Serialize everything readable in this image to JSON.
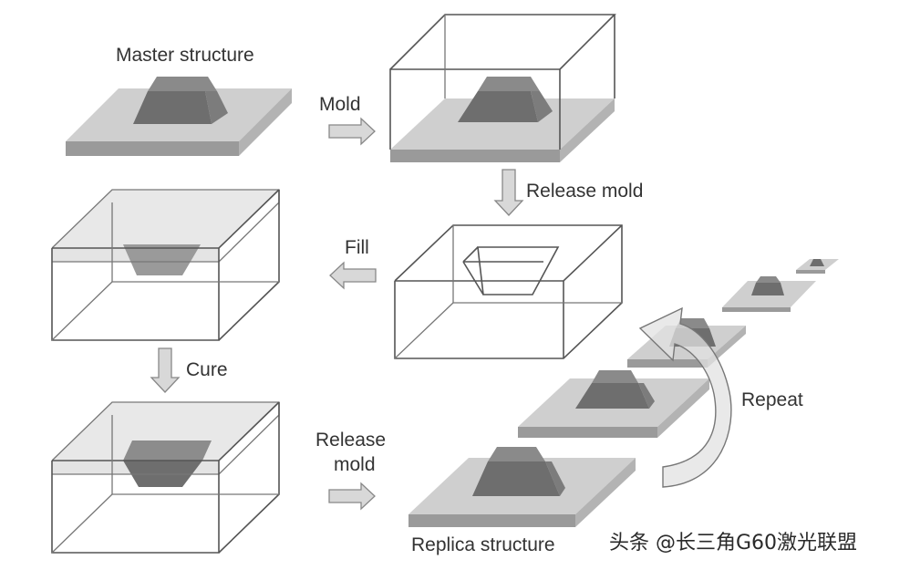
{
  "labels": {
    "master_structure": "Master structure",
    "mold": "Mold",
    "release_mold_1": "Release mold",
    "fill": "Fill",
    "cure": "Cure",
    "release_mold_2_line1": "Release",
    "release_mold_2_line2": "mold",
    "repeat": "Repeat",
    "replica_structure": "Replica structure"
  },
  "watermark": "头条 @长三角G60激光联盟",
  "colors": {
    "background": "#ffffff",
    "plate_top": "#cfcfcf",
    "plate_edge": "#9a9a9a",
    "structure": "#6e6e6e",
    "wireframe": "#555555",
    "arrow_fill": "#d8d8d8",
    "text": "#333333"
  },
  "steps": [
    "Master structure",
    "Mold",
    "Release mold",
    "Fill",
    "Cure",
    "Release mold",
    "Replica structure",
    "Repeat"
  ]
}
